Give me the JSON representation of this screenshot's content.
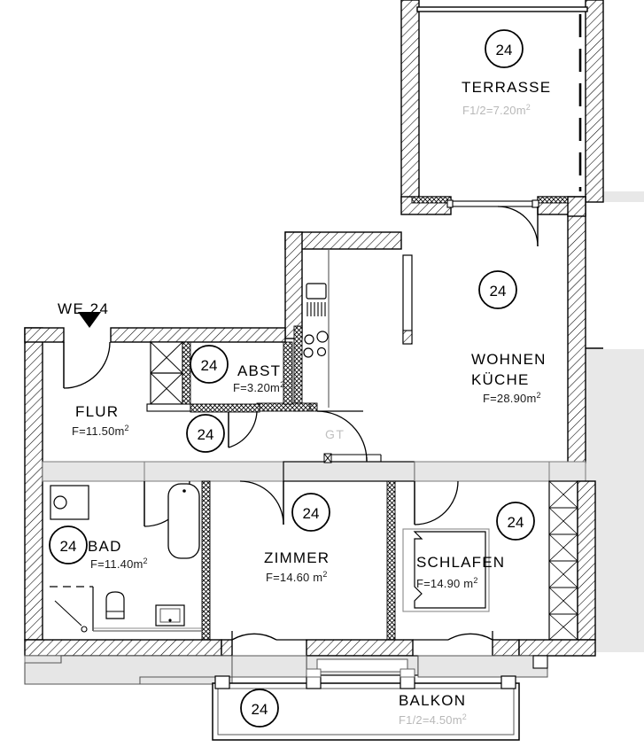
{
  "plan": {
    "unit_marker": "WE  24",
    "unit_number": "24",
    "door_type_label": "GT"
  },
  "rooms": [
    {
      "key": "terrasse",
      "name": "TERRASSE",
      "area_text": "F1/2=7.20m",
      "area_sup": "2",
      "unit": "24",
      "area_style": "gray"
    },
    {
      "key": "wohnen_kueche",
      "name_line1": "WOHNEN",
      "name_line2": "KÜCHE",
      "area_text": "F=28.90m",
      "area_sup": "2",
      "unit": "24",
      "area_style": "dark"
    },
    {
      "key": "flur",
      "name": "FLUR",
      "area_text": "F=11.50m",
      "area_sup": "2",
      "unit": "24",
      "area_style": "dark"
    },
    {
      "key": "abst",
      "name": "ABST",
      "area_text": "F=3.20m",
      "area_sup": "2",
      "unit": "24",
      "area_style": "dark"
    },
    {
      "key": "bad",
      "name": "BAD",
      "area_text": "F=11.40m",
      "area_sup": "2",
      "unit": "24",
      "area_style": "dark"
    },
    {
      "key": "zimmer",
      "name": "ZIMMER",
      "area_text": "F=14.60  m",
      "area_sup": "2",
      "unit": "24",
      "area_style": "dark"
    },
    {
      "key": "schlafen",
      "name": "SCHLAFEN",
      "area_text": "F=14.90  m",
      "area_sup": "2",
      "unit": "24",
      "area_style": "dark"
    },
    {
      "key": "balkon",
      "name": "BALKON",
      "area_text": "F1/2=4.50m",
      "area_sup": "2",
      "unit": "24",
      "area_style": "gray"
    }
  ],
  "extra_unit_markers": [
    {
      "key": "flur-door-marker",
      "unit": "24"
    },
    {
      "key": "schlafen-closet-marker",
      "unit": "24"
    }
  ],
  "colors": {
    "wall_stroke": "#000000",
    "wall_fill": "#ffffff",
    "hatch": "#000000",
    "partition_fill": "#e6e6e6",
    "ledge_fill": "#e6e6e6",
    "gray_text": "#b8b8b8",
    "neighbor_fill": "#e8e8e8"
  }
}
